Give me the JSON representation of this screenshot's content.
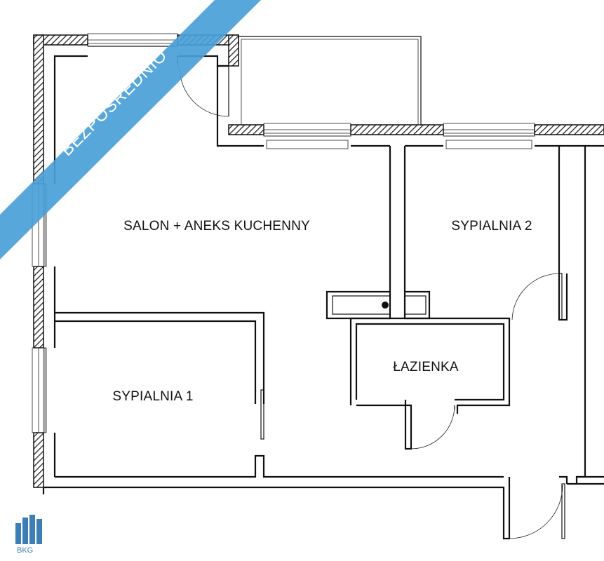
{
  "floor_plan": {
    "rooms": [
      {
        "id": "salon",
        "label": "SALON + ANEKS KUCHENNY"
      },
      {
        "id": "sypialnia-2",
        "label": "SYPIALNIA 2"
      },
      {
        "id": "lazienka",
        "label": "ŁAZIENKA"
      },
      {
        "id": "sypialnia-1",
        "label": "SYPIALNIA 1"
      }
    ]
  },
  "banner": {
    "text": "BEZPOŚREDNIO",
    "color": "#4a9fd8"
  },
  "logo": {
    "text": "BKG",
    "color": "#3d7fb5"
  }
}
